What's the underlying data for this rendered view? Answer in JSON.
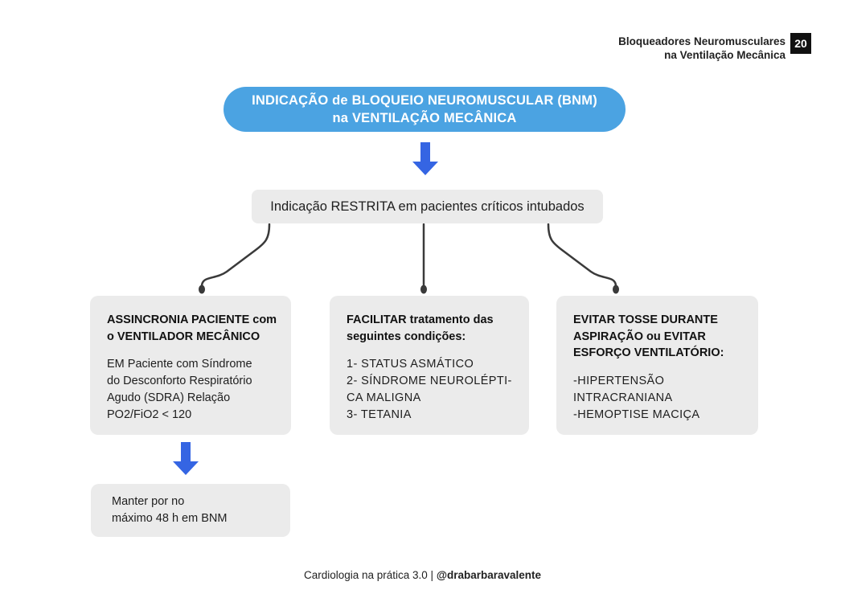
{
  "header": {
    "title_line1": "Bloqueadores Neuromusculares",
    "title_line2": "na Ventilação Mecânica",
    "page_number": "20"
  },
  "banner": {
    "line1": "INDICAÇÃO de BLOQUEIO NEUROMUSCULAR (BNM)",
    "line2": "na VENTILAÇÃO MECÂNICA"
  },
  "restriction_note": "Indicação RESTRITA em pacientes críticos intubados",
  "branches": [
    {
      "heading": "ASSINCRONIA PACIENTE com\no VENTILADOR MECÂNICO",
      "body": "EM Paciente com Síndrome\ndo Desconforto Respiratório\nAgudo (SDRA) Relação\nPO2/FiO2 < 120"
    },
    {
      "heading": "FACILITAR tratamento das\nseguintes condições:",
      "body": "1- STATUS ASMÁTICO\n2- SÍNDROME NEUROLÉPTI-\nCA MALIGNA\n3- TETANIA"
    },
    {
      "heading": "EVITAR TOSSE DURANTE\nASPIRAÇÃO ou EVITAR\nESFORÇO VENTILATÓRIO:",
      "body": "-HIPERTENSÃO\nINTRACRANIANA\n-HEMOPTISE MACIÇA"
    }
  ],
  "duration_note": "Manter por no\nmáximo 48 h em BNM",
  "footer": {
    "prefix": "Cardiologia na prática 3.0 | ",
    "handle": "@drabarbaravalente"
  },
  "colors": {
    "banner_blue": "#4BA3E2",
    "arrow_blue": "#3565E3",
    "box_gray": "#EBEBEB",
    "text_dark": "#1E1E1E",
    "line_dark": "#3A3A3A",
    "badge_black": "#111111"
  }
}
